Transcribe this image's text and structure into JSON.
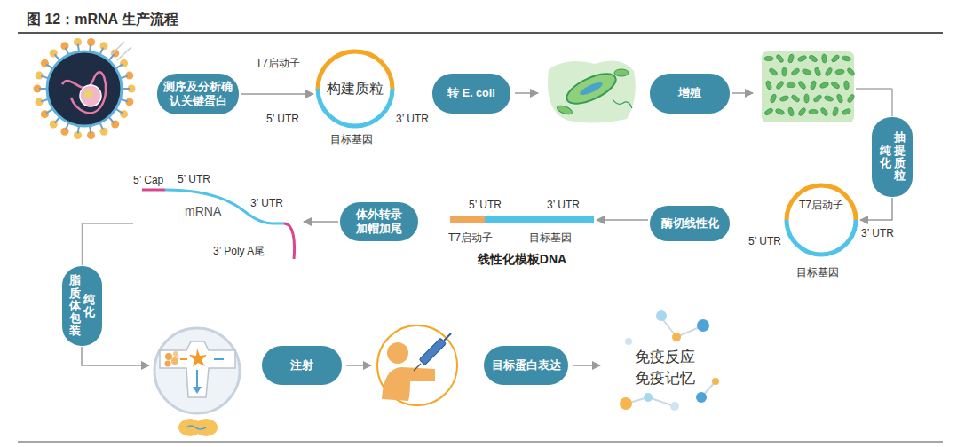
{
  "diagram": {
    "title": "图 12：mRNA 生产流程",
    "nodes": [
      {
        "text": [
          "测序及分析确认关键蛋白"
        ]
      },
      {
        "text": [
          "构建质粒"
        ]
      },
      {
        "text": [
          "转 E. coli"
        ]
      },
      {
        "text": [
          "增殖"
        ]
      },
      {
        "text": [
          "纯化",
          "抽提质粒"
        ]
      },
      {
        "text": [
          "T7启动子"
        ]
      },
      {
        "text": [
          "酶切线性化"
        ]
      },
      {
        "text": [
          "线性化模板DNA"
        ]
      },
      {
        "text": [
          "体外转录加帽加尾"
        ]
      },
      {
        "text": [
          "mRNA"
        ]
      },
      {
        "text": [
          "纯化",
          "脂质体包装"
        ]
      },
      {
        "text": [
          "注射"
        ]
      },
      {
        "text": [
          "目标蛋白表达"
        ]
      }
    ],
    "edges": [
      {
        "from": 0,
        "to": 1,
        "arrow": "to"
      },
      {
        "from": 4,
        "to": 5,
        "arrow": "to"
      },
      {
        "from": 6,
        "to": 7,
        "arrow": "to"
      },
      {
        "from": 8,
        "to": 9,
        "arrow": "to"
      },
      {
        "from": 9,
        "to": 10,
        "arrow": "none"
      }
    ],
    "labels": [
      "T7启动子",
      "5’ UTR",
      "3’ UTR",
      "目标基因",
      "5’ UTR",
      "3’ UTR",
      "目标基因",
      "5’ UTR",
      "3’ UTR",
      "T7启动子",
      "目标基因",
      "5’ Cap",
      "5’ UTR",
      "3’ UTR",
      "3’ Poly A尾",
      "免疫反应",
      "免疫记忆"
    ]
  }
}
